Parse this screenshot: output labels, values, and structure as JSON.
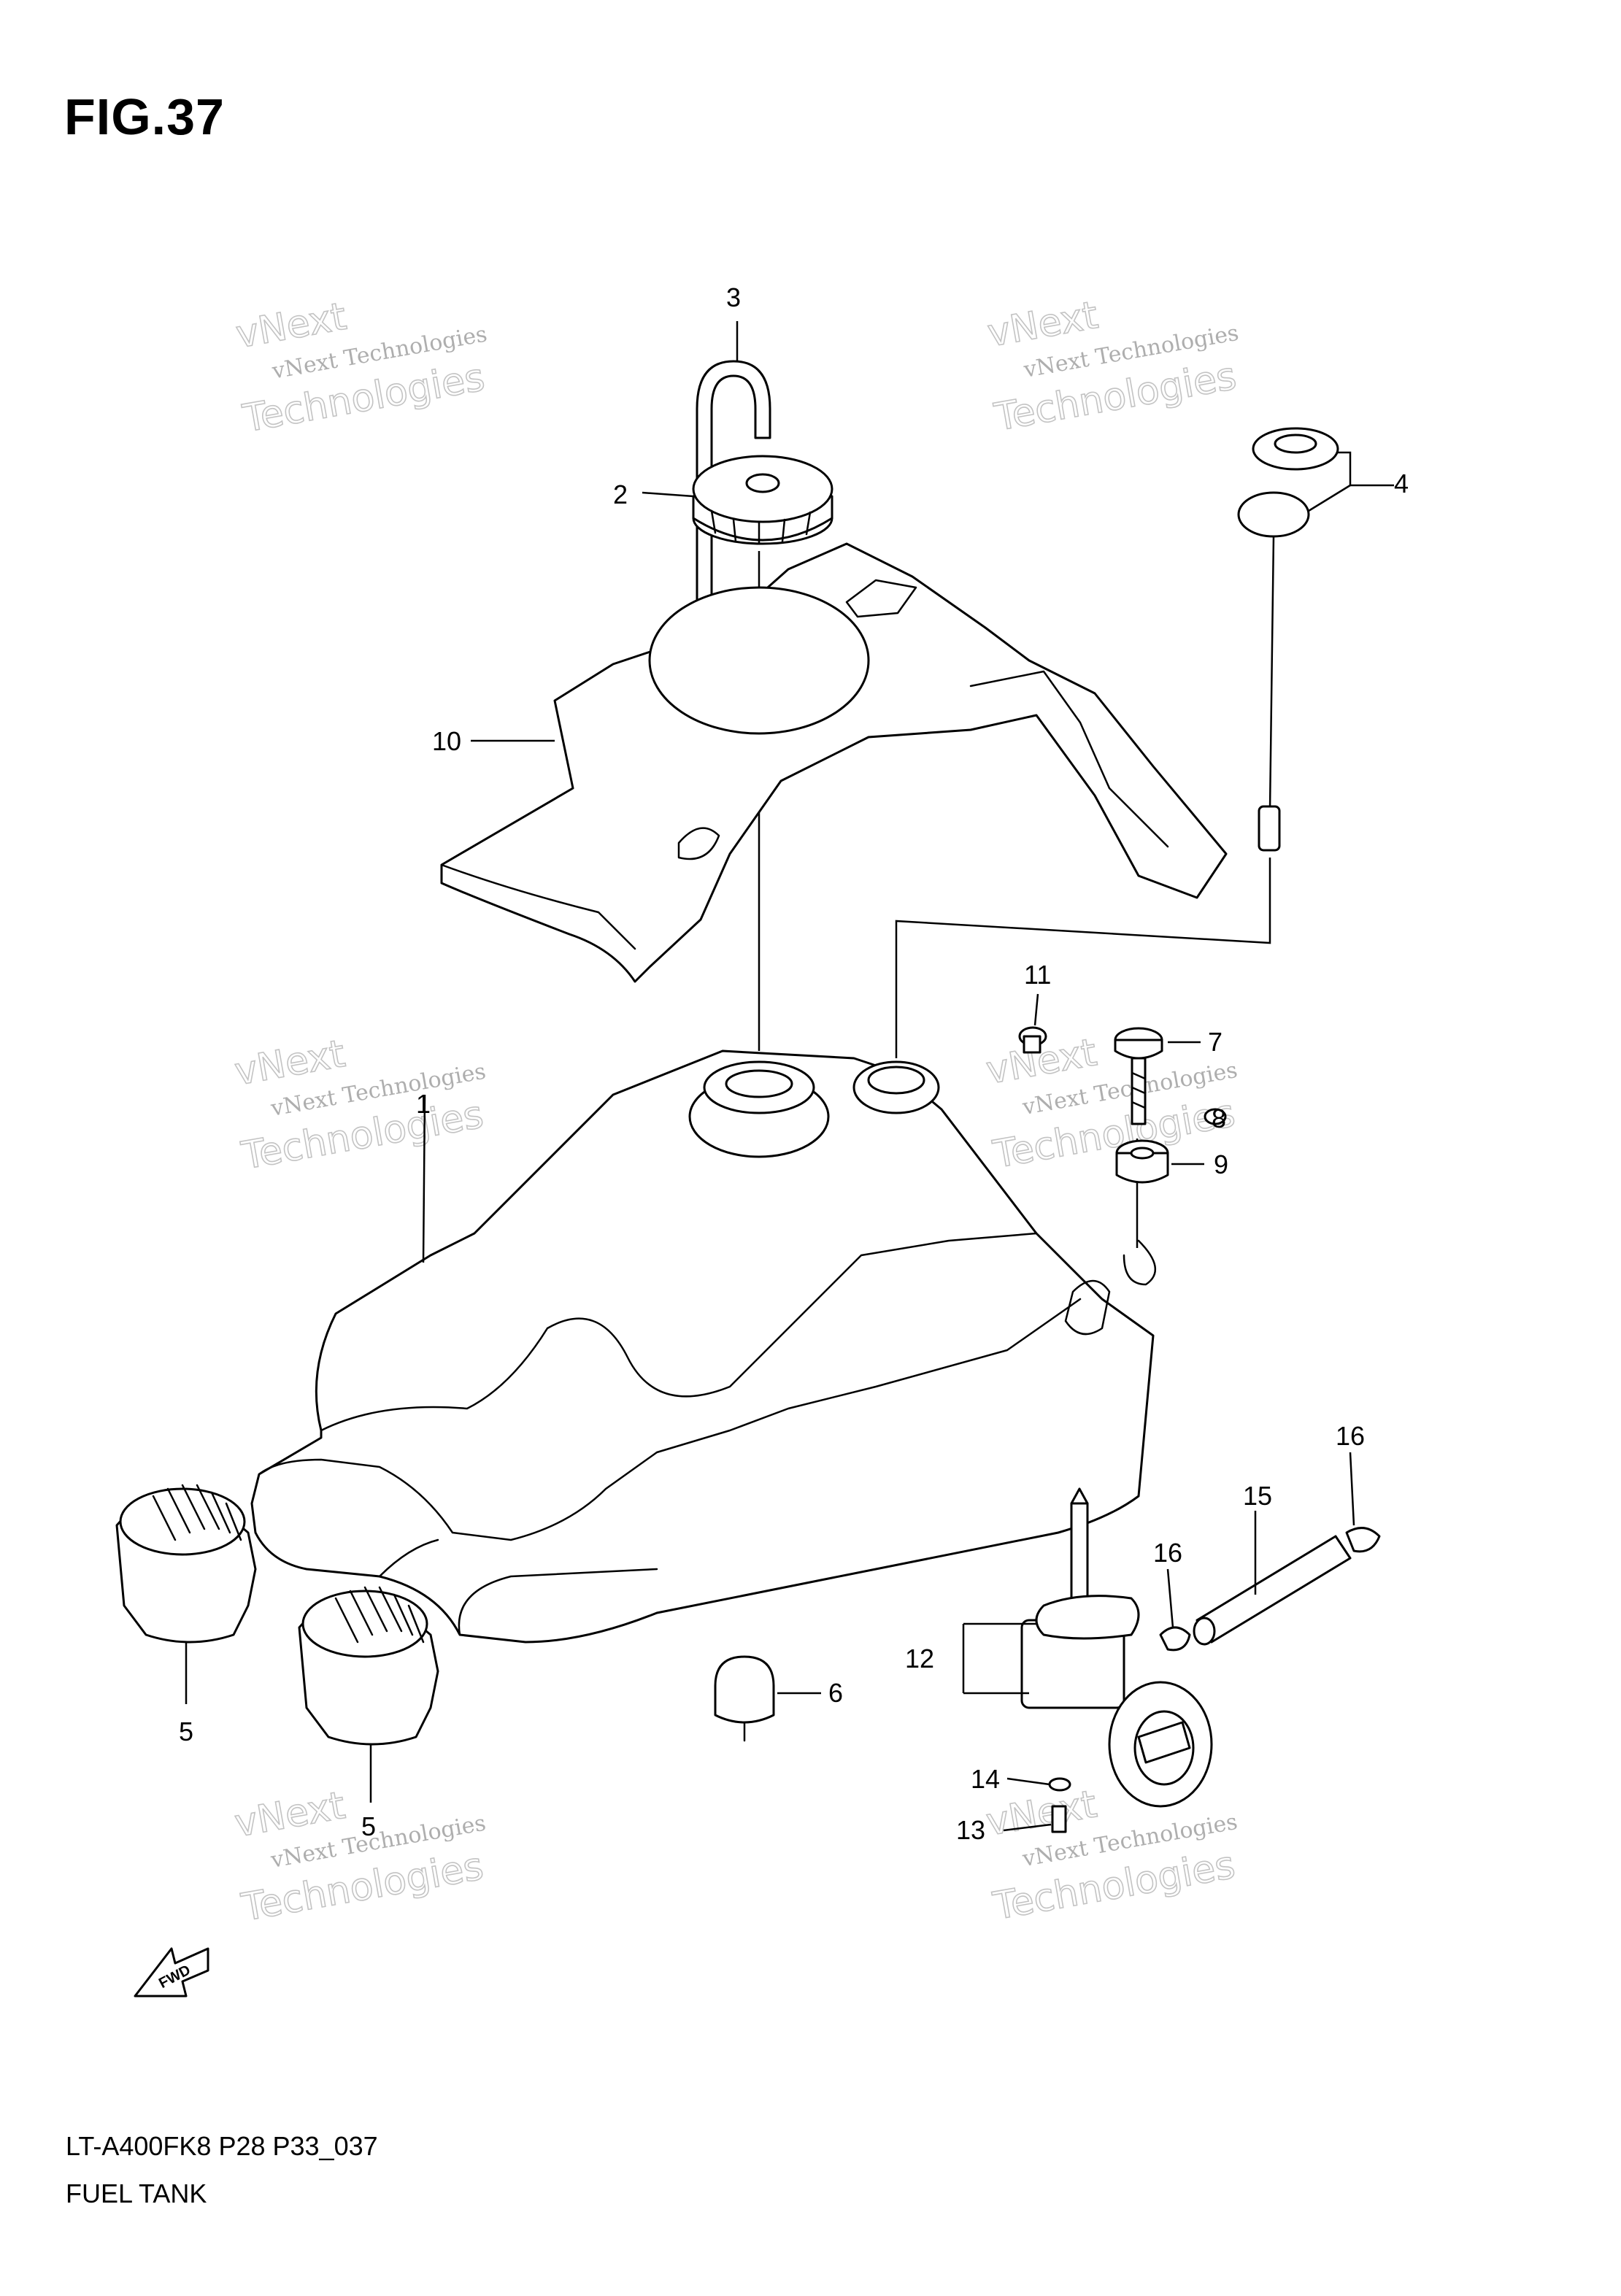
{
  "figure": {
    "title": "FIG.37",
    "code": "LT-A400FK8 P28 P33_037",
    "name": "FUEL TANK"
  },
  "watermark": {
    "line1": "vNext Technologies",
    "line2": "vNext",
    "line3": "Technologies"
  },
  "fwd_label": "FWD",
  "callouts": {
    "c1": "1",
    "c2": "2",
    "c3": "3",
    "c4": "4",
    "c5a": "5",
    "c5b": "5",
    "c6": "6",
    "c7": "7",
    "c8": "8",
    "c9": "9",
    "c10": "10",
    "c11": "11",
    "c12": "12",
    "c13": "13",
    "c14": "14",
    "c15": "15",
    "c16a": "16",
    "c16b": "16"
  }
}
